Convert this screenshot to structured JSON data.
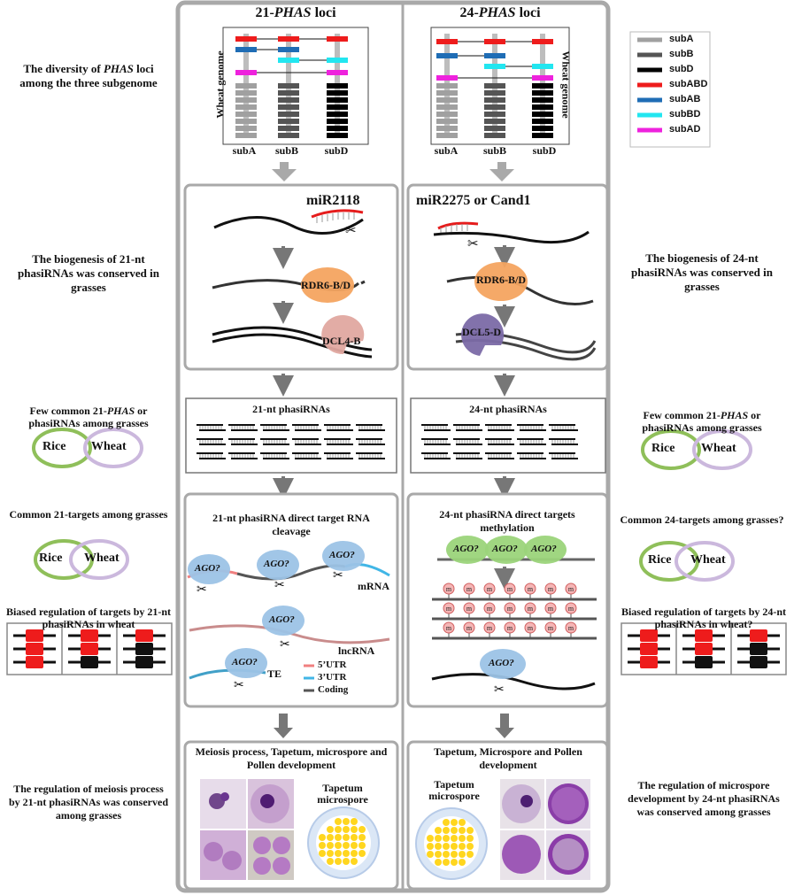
{
  "left_col_title_prefix": "21-",
  "left_col_title_em": "PHAS",
  "left_col_title_suffix": " loci",
  "right_col_title_prefix": "24-",
  "right_col_title_em": "PHAS",
  "right_col_title_suffix": " loci",
  "wheat_genome": "Wheat genome",
  "sub_labels": [
    "subA",
    "subB",
    "subD"
  ],
  "legend": [
    {
      "label": "subA",
      "color": "#a0a0a0"
    },
    {
      "label": "subB",
      "color": "#555555"
    },
    {
      "label": "subD",
      "color": "#000000"
    },
    {
      "label": "subABD",
      "color": "#ee1c1c"
    },
    {
      "label": "subAB",
      "color": "#1f6db5"
    },
    {
      "label": "subBD",
      "color": "#22e6f0"
    },
    {
      "label": "subAD",
      "color": "#ee22dd"
    }
  ],
  "left_side": {
    "diversity_a": "The diversity of",
    "diversity_em": "PHAS",
    "diversity_b": "loci among the three subgenome",
    "biogenesis": "The biogenesis of 21-nt phasiRNAs was conserved in grasses",
    "few_common_a": "Few common 21-",
    "few_common_em": "PHAS",
    "few_common_b": " or phasiRNAs among grasses",
    "common_targets": "Common 21-targets among grasses",
    "biased": "Biased regulation of targets by 21-nt phasiRNAs in wheat",
    "regulation": "The regulation of meiosis process by 21-nt phasiRNAs was conserved among grasses"
  },
  "right_side": {
    "biogenesis": "The biogenesis of 24-nt phasiRNAs was conserved in grasses",
    "few_common_a": "Few common 21-",
    "few_common_em": "PHAS",
    "few_common_b": " or phasiRNAs among grasses",
    "common_targets": "Common 24-targets among grasses?",
    "biased": "Biased regulation of targets by 24-nt phasiRNAs in wheat?",
    "regulation": "The regulation of microspore development by 24-nt phasiRNAs was conserved among grasses"
  },
  "venn": {
    "rice": "Rice",
    "wheat": "Wheat"
  },
  "left_center": {
    "mirna": "miR2118",
    "rdr": "RDR6-B/D",
    "dcl": "DCL4-B",
    "phasi": "21-nt phasiRNAs",
    "target_title": "21-nt phasiRNA direct target RNA cleavage",
    "ago": "AGO?",
    "mrna": "mRNA",
    "lncrna": "lncRNA",
    "te": "TE",
    "utr5": "5’UTR",
    "utr3": "3’UTR",
    "coding": "Coding",
    "dev_title": "Meiosis process, Tapetum, microspore and Pollen development",
    "tapetum": "Tapetum microspore"
  },
  "right_center": {
    "mirna": "miR2275 or Cand1",
    "rdr": "RDR6-B/D",
    "dcl": "DCL5-D",
    "phasi": "24-nt phasiRNAs",
    "target_title": "24-nt phasiRNA direct targets methylation",
    "ago": "AGO?",
    "methyl": "m",
    "dev_title": "Tapetum, Microspore and Pollen development",
    "tapetum": "Tapetum microspore"
  }
}
